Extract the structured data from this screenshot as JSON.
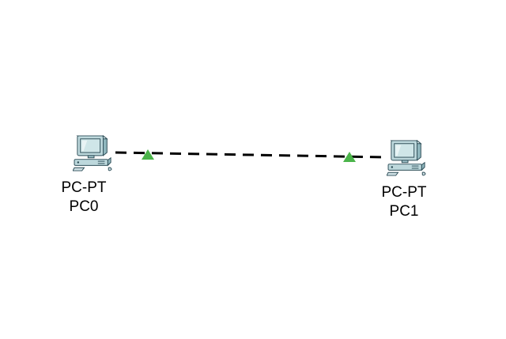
{
  "workspace": {
    "background_color": "#ffffff"
  },
  "devices": [
    {
      "model": "PC-PT",
      "name": "PC0"
    },
    {
      "model": "PC-PT",
      "name": "PC1"
    }
  ],
  "link": {
    "from": "PC0",
    "to": "PC1",
    "style": "dashed",
    "color": "#000000",
    "status": "up",
    "status_color": "#4bb44a"
  }
}
